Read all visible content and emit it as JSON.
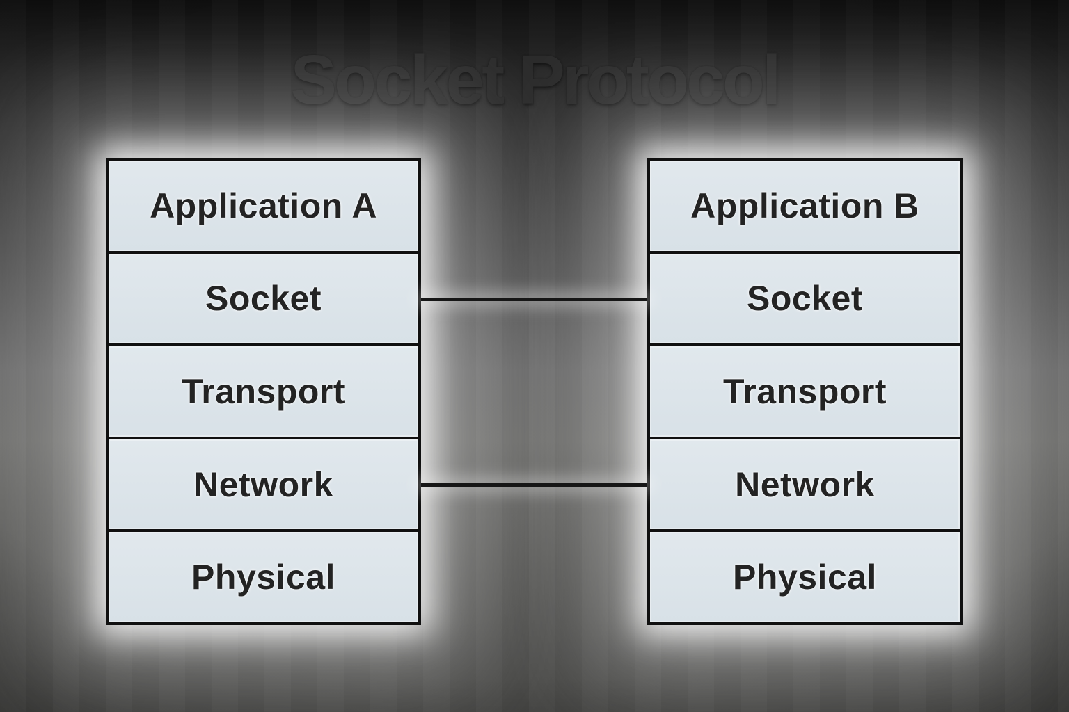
{
  "title": "Socket Protocol",
  "stacks": [
    {
      "layers": [
        "Application A",
        "Socket",
        "Transport",
        "Network",
        "Physical"
      ]
    },
    {
      "layers": [
        "Application B",
        "Socket",
        "Transport",
        "Network",
        "Physical"
      ]
    }
  ],
  "connections": [
    {
      "from_layer": "Socket",
      "to_layer": "Socket"
    },
    {
      "from_layer": "Network",
      "to_layer": "Network"
    }
  ],
  "colors": {
    "box_fill": "#dce4e9",
    "box_border": "#101010",
    "box_text": "#232323",
    "title_text": "#2b2b2b",
    "connector_line": "#161616",
    "glow": "#ffffff",
    "background_dark": "#0f0f0f",
    "background_mid": "#6b6b6b"
  }
}
